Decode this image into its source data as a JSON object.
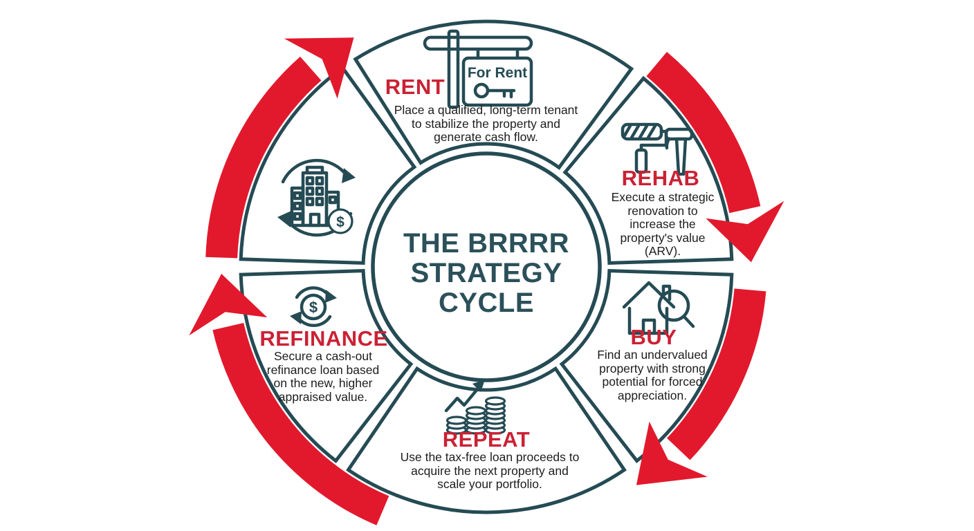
{
  "colors": {
    "outline_teal": "#254b54",
    "title_teal": "#2b505a",
    "arrow_red": "#e2192c",
    "label_red": "#cb2134",
    "text_dark": "#1d1d1d",
    "background": "#ffffff"
  },
  "symbols": {
    "dollar": "$"
  },
  "center": {
    "title_lines": [
      "THE BRRRR",
      "STRATEGY",
      "CYCLE"
    ]
  },
  "sections": {
    "rent": {
      "label": "RENT",
      "description": "Place a qualified, long-term tenant to stabilize the property and generate cash flow.",
      "icon": "for-rent-sign-key-icon",
      "sign_text": "For Rent"
    },
    "rehab": {
      "label": "REHAB",
      "description": "Execute a strategic renovation to increase the property's value (ARV).",
      "icon": "paint-roller-hammer-icon"
    },
    "buy": {
      "label": "BUY",
      "description": "Find an undervalued property with strong potential for forced appreciation.",
      "icon": "house-magnifier-icon"
    },
    "repeat": {
      "label": "REPEAT",
      "description": "Use the tax-free loan proceeds to acquire the next property and scale your portfolio.",
      "icon": "coins-growth-arrow-icon"
    },
    "refinance": {
      "label": "REFINANCE",
      "description": "Secure a cash-out refinance loan based on the new, higher appraised value.",
      "icon": "dollar-cycle-icon"
    },
    "asset_cycle": {
      "icon": "building-dollar-cycle-icon"
    }
  }
}
